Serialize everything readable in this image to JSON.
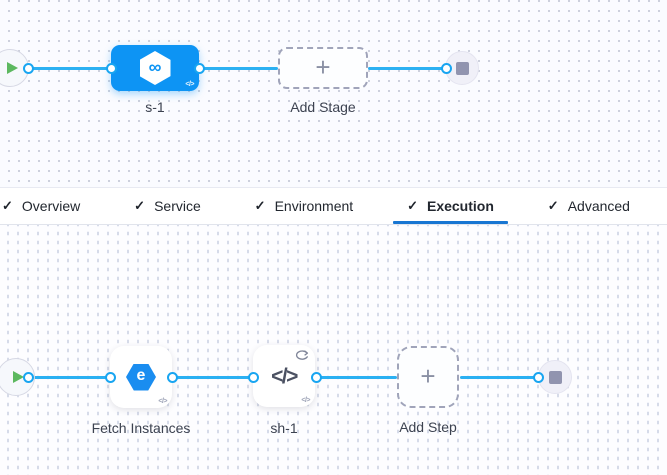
{
  "stage_graph": {
    "stage_label": "s-1",
    "add_stage_label": "Add Stage"
  },
  "tabs": [
    {
      "label": "Overview",
      "checked": true,
      "active": false
    },
    {
      "label": "Service",
      "checked": true,
      "active": false
    },
    {
      "label": "Environment",
      "checked": true,
      "active": false
    },
    {
      "label": "Execution",
      "checked": true,
      "active": true
    },
    {
      "label": "Advanced",
      "checked": true,
      "active": false
    }
  ],
  "execution_graph": {
    "steps": [
      {
        "label": "Fetch Instances",
        "icon": "elastigroup-icon",
        "has_loop_badge": false
      },
      {
        "label": "sh-1",
        "icon": "shell-script-icon",
        "has_loop_badge": true
      }
    ],
    "add_step_label": "Add Step"
  },
  "glyphs": {
    "check": "✓",
    "plus": "+",
    "infinity": "∞",
    "code_small": "</>",
    "code_large": "</>",
    "elastigroup_e": "e"
  },
  "colors": {
    "stage_node_blue": "#0d94f4",
    "connector_line_blue": "#2bb0f2",
    "active_tab_underline": "#1876d2",
    "play_green": "#5cb85f",
    "end_square_gray": "#9194af",
    "dashed_border": "#a0a4ba"
  }
}
